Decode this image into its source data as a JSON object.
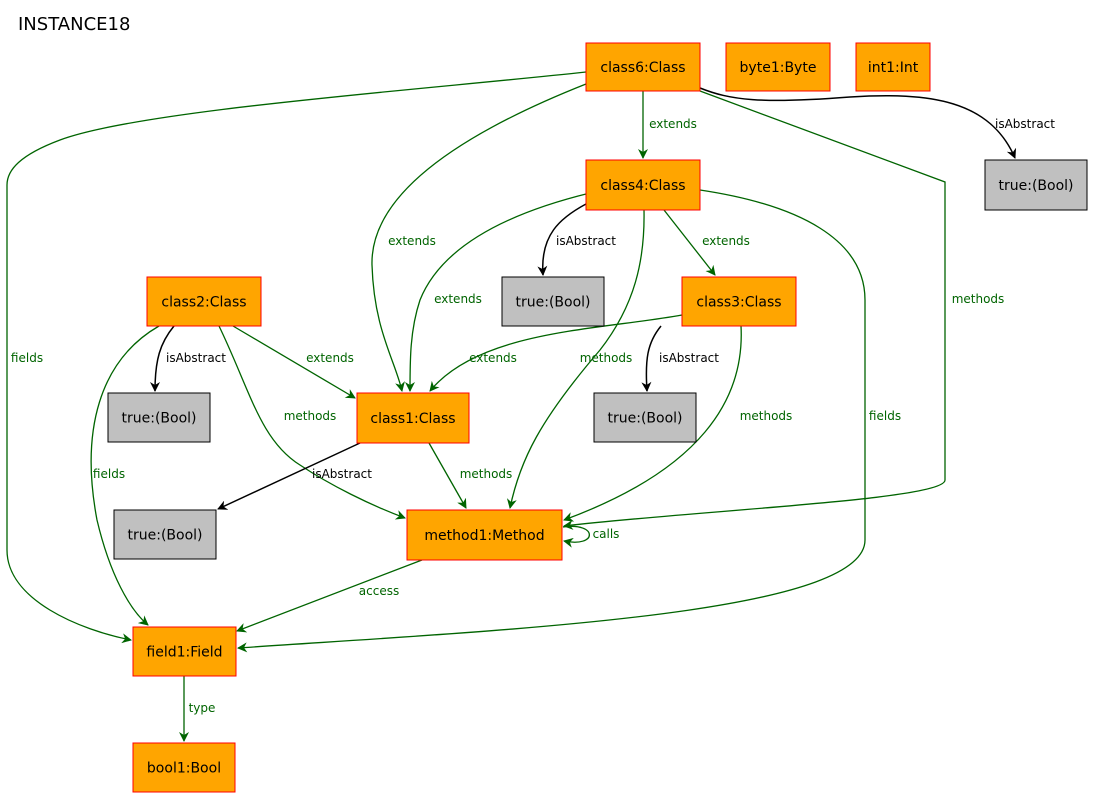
{
  "title": "INSTANCE18",
  "colors": {
    "object_fill": "#ffa500",
    "object_stroke": "#ff0000",
    "value_fill": "#c0c0c0",
    "value_stroke": "#000000",
    "ref_edge": "#006400",
    "attr_edge": "#000000"
  },
  "nodes": [
    {
      "id": "class6",
      "label": "class6:Class",
      "kind": "object"
    },
    {
      "id": "byte1",
      "label": "byte1:Byte",
      "kind": "object"
    },
    {
      "id": "int1",
      "label": "int1:Int",
      "kind": "object"
    },
    {
      "id": "class4",
      "label": "class4:Class",
      "kind": "object"
    },
    {
      "id": "true_c6",
      "label": "true:(Bool)",
      "kind": "value"
    },
    {
      "id": "class2",
      "label": "class2:Class",
      "kind": "object"
    },
    {
      "id": "true_c4",
      "label": "true:(Bool)",
      "kind": "value"
    },
    {
      "id": "class3",
      "label": "class3:Class",
      "kind": "object"
    },
    {
      "id": "true_c2",
      "label": "true:(Bool)",
      "kind": "value"
    },
    {
      "id": "class1",
      "label": "class1:Class",
      "kind": "object"
    },
    {
      "id": "true_c3",
      "label": "true:(Bool)",
      "kind": "value"
    },
    {
      "id": "true_c1",
      "label": "true:(Bool)",
      "kind": "value"
    },
    {
      "id": "method1",
      "label": "method1:Method",
      "kind": "object"
    },
    {
      "id": "field1",
      "label": "field1:Field",
      "kind": "object"
    },
    {
      "id": "bool1",
      "label": "bool1:Bool",
      "kind": "object"
    }
  ],
  "edges": [
    {
      "id": "e1",
      "from": "class6",
      "to": "class4",
      "label": "extends",
      "kind": "ref"
    },
    {
      "id": "e2",
      "from": "class6",
      "to": "true_c6",
      "label": "isAbstract",
      "kind": "attr"
    },
    {
      "id": "e3",
      "from": "class6",
      "to": "class1",
      "label": "extends",
      "kind": "ref"
    },
    {
      "id": "e4",
      "from": "class6",
      "to": "method1",
      "label": "methods",
      "kind": "ref"
    },
    {
      "id": "e5",
      "from": "class6",
      "to": "field1",
      "label": "fields",
      "kind": "ref"
    },
    {
      "id": "e6",
      "from": "class4",
      "to": "true_c4",
      "label": "isAbstract",
      "kind": "attr"
    },
    {
      "id": "e7",
      "from": "class4",
      "to": "class3",
      "label": "extends",
      "kind": "ref"
    },
    {
      "id": "e8",
      "from": "class4",
      "to": "class1",
      "label": "extends",
      "kind": "ref"
    },
    {
      "id": "e9",
      "from": "class4",
      "to": "method1",
      "label": "methods",
      "kind": "ref"
    },
    {
      "id": "e10",
      "from": "class4",
      "to": "field1",
      "label": "fields",
      "kind": "ref"
    },
    {
      "id": "e11",
      "from": "class2",
      "to": "true_c2",
      "label": "isAbstract",
      "kind": "attr"
    },
    {
      "id": "e12",
      "from": "class2",
      "to": "class1",
      "label": "extends",
      "kind": "ref"
    },
    {
      "id": "e13",
      "from": "class2",
      "to": "method1",
      "label": "methods",
      "kind": "ref"
    },
    {
      "id": "e14",
      "from": "class2",
      "to": "field1",
      "label": "fields",
      "kind": "ref"
    },
    {
      "id": "e15",
      "from": "class3",
      "to": "class1",
      "label": "extends",
      "kind": "ref"
    },
    {
      "id": "e16",
      "from": "class3",
      "to": "true_c3",
      "label": "isAbstract",
      "kind": "attr"
    },
    {
      "id": "e17",
      "from": "class3",
      "to": "method1",
      "label": "methods",
      "kind": "ref"
    },
    {
      "id": "e18",
      "from": "class1",
      "to": "true_c1",
      "label": "isAbstract",
      "kind": "attr"
    },
    {
      "id": "e19",
      "from": "class1",
      "to": "method1",
      "label": "methods",
      "kind": "ref"
    },
    {
      "id": "e20",
      "from": "method1",
      "to": "method1",
      "label": "calls",
      "kind": "ref"
    },
    {
      "id": "e21",
      "from": "method1",
      "to": "field1",
      "label": "access",
      "kind": "ref"
    },
    {
      "id": "e22",
      "from": "field1",
      "to": "bool1",
      "label": "type",
      "kind": "ref"
    }
  ]
}
